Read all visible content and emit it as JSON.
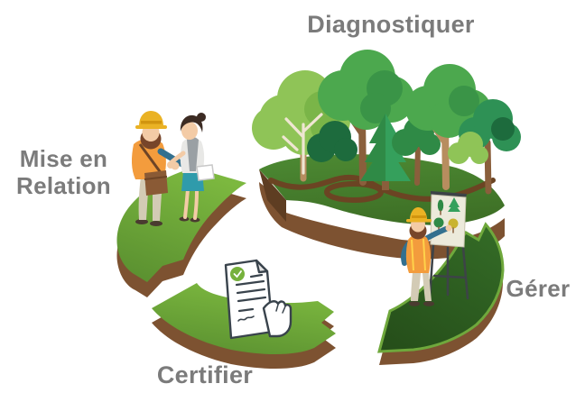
{
  "diagram": {
    "type": "cycle",
    "direction": "counterclockwise",
    "steps": [
      {
        "label": "Diagnostiquer",
        "position": "top",
        "illustration": "forest of trees growing on a green arrow segment"
      },
      {
        "label": "Mise en Relation",
        "position": "left",
        "illustration": "forester with hard hat shaking hands with a client on a green arrow segment"
      },
      {
        "label": "Certifier",
        "position": "bottom",
        "illustration": "hand holding a certified document with green check badge"
      },
      {
        "label": "Gérer",
        "position": "right",
        "illustration": "forester presenting tree plans on an easel flipchart on a dark green arrow segment"
      }
    ]
  },
  "colors": {
    "label_gray": "#7b7b7b",
    "arc_green": "#7cb83f",
    "arc_green_shadow": "#5a9030",
    "island_green_light": "#4d8a33",
    "island_green": "#3e7026",
    "arc_deep_light": "#336a26",
    "arc_deep": "#264f1a",
    "rim_green": "#6fa83c",
    "side_brown": "#7d5231",
    "side_brown_dark": "#5e3d22",
    "path_brown": "#6b4423",
    "trunk_brown": "#8a5f3c",
    "trunk_tan": "#b78d5f",
    "branch_cream": "#efe6d2",
    "tree_light": "#8fc457",
    "tree_light2": "#7ab548",
    "tree_mid": "#4ca84e",
    "tree_mid_dark": "#3a9447",
    "tree_deep": "#2f8a46",
    "tree_teal": "#2e9155",
    "tree_dark": "#1d6b3d",
    "pine_green": "#35a05c",
    "hat_yellow": "#eab224",
    "hat_band": "#d1950f",
    "vest_orange": "#f39c3d",
    "shirt_blue": "#33708f",
    "pants_khaki": "#d3cbb5",
    "skin": "#f3cba6",
    "hair_brown": "#77452a",
    "hair_dark": "#3c2b23",
    "bag_brown": "#8a5a35",
    "teal_skirt": "#2f9bab",
    "shoe_dark": "#4a3b30",
    "outline_dark": "#39434c",
    "badge_green": "#76b13c",
    "board_cream": "#eceadb",
    "easel_dark": "#3d4347",
    "drawing_yellow": "#c9b32f"
  }
}
